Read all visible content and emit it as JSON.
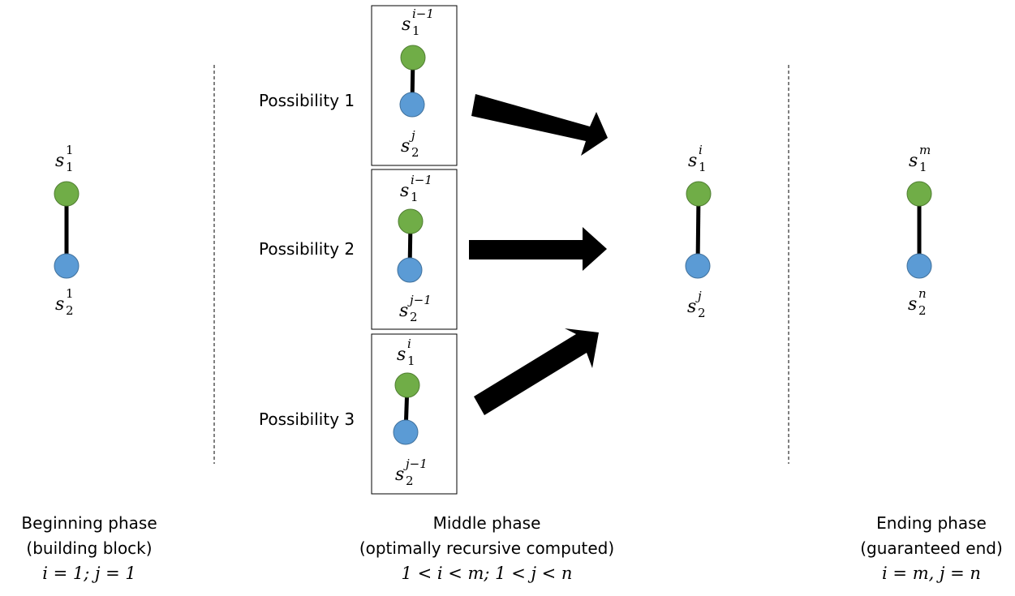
{
  "phases": {
    "beginning": {
      "line1": "Beginning phase",
      "line2": "(building block)",
      "condition": "i = 1; j = 1",
      "top_label": {
        "base": "s",
        "sub": "1",
        "sup": "1"
      },
      "bottom_label": {
        "base": "s",
        "sub": "2",
        "sup": "1"
      }
    },
    "middle": {
      "line1": "Middle phase",
      "line2": "(optimally recursive computed)",
      "condition": "1 < i < m;  1 <  j < n",
      "result_top_label": {
        "base": "s",
        "sub": "1",
        "sup": "i"
      },
      "result_bottom_label": {
        "base": "s",
        "sub": "2",
        "sup": "j"
      },
      "possibilities": [
        {
          "label": "Possibility 1",
          "top": {
            "base": "s",
            "sub": "1",
            "sup": "i−1"
          },
          "bottom": {
            "base": "s",
            "sub": "2",
            "sup": "j"
          }
        },
        {
          "label": "Possibility 2",
          "top": {
            "base": "s",
            "sub": "1",
            "sup": "i−1"
          },
          "bottom": {
            "base": "s",
            "sub": "2",
            "sup": "j−1"
          }
        },
        {
          "label": "Possibility 3",
          "top": {
            "base": "s",
            "sub": "1",
            "sup": "i"
          },
          "bottom": {
            "base": "s",
            "sub": "2",
            "sup": "j−1"
          }
        }
      ]
    },
    "ending": {
      "line1": "Ending phase",
      "line2": "(guaranteed end)",
      "condition": "i = m, j = n",
      "top_label": {
        "base": "s",
        "sub": "1",
        "sup": "m"
      },
      "bottom_label": {
        "base": "s",
        "sub": "2",
        "sup": "n"
      }
    }
  },
  "colors": {
    "top_node": "#70ad47",
    "top_node_stroke": "#507e32",
    "bottom_node": "#5b9bd5",
    "bottom_node_stroke": "#41719c",
    "edge": "#000000",
    "arrow": "#000000",
    "divider": "#000000"
  }
}
